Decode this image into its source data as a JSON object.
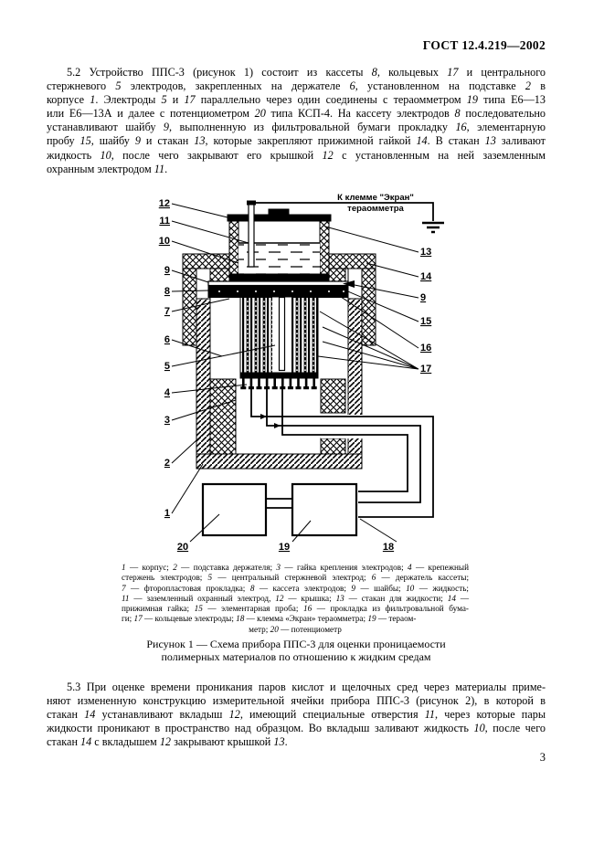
{
  "page": {
    "header": "ГОСТ 12.4.219—2002",
    "number": "3"
  },
  "para_5_2": {
    "lines": [
      "5.2 Устройство ППС-3 (рисунок 1) состоит из кассеты *8*, кольцевых *17* и центрального",
      "стержневого *5* электродов, закрепленных на держателе *6*, установленном на подставке *2* в",
      "корпусе *1*. Электроды *5* и *17* параллельно через один соединены с тераомметром *19* типа Е6—13",
      "или Е6—13А и далее с потенциометром *20* типа КСП-4. На кассету электродов *8* последовательно",
      "устанавливают шайбу *9*, выполненную из фильтровальной бумаги прокладку *16*, элементарную",
      "пробу *15*, шайбу *9* и стакан *13*, которые закрепляют прижимной гайкой *14*. В стакан *13* заливают",
      "жидкость *10*, после чего закрывают его крышкой *12* с установленным на ней заземленным",
      "охранным электродом *11*."
    ]
  },
  "figure": {
    "ground_label_1": "К клемме \"Экран\"",
    "ground_label_2": "тераомметра",
    "callouts": {
      "c1": "1",
      "c2": "2",
      "c3": "3",
      "c4": "4",
      "c5": "5",
      "c6": "6",
      "c7": "7",
      "c8": "8",
      "c9": "9",
      "c9r": "9",
      "c10": "10",
      "c11": "11",
      "c12": "12",
      "c13": "13",
      "c14": "14",
      "c15": "15",
      "c16": "16",
      "c17": "17",
      "c18": "18",
      "c19": "19",
      "c20": "20"
    },
    "legend_lines": [
      "*1* — корпус; *2* — подставка держателя; *3* — гайка крепления электродов; *4* — крепежный",
      "стержень электродов; *5* — центральный стержневой электрод; *6* — держатель кассеты;",
      "*7* — фторопластовая прокладка; *8* — кассета электродов; *9* — шайбы; *10* — жидкость;",
      "*11* — заземленный охранный электрод, *12* — крышка; *13* — стакан для жидкости; *14* —",
      "прижимная гайка; *15* — элементарная проба; *16* — прокладка из фильтровальной бума-",
      "ги; *17* — кольцевые электроды; *18* — клемма «Экран» тераомметра; *19* — тераом-",
      "метр; *20* — потенциометр"
    ],
    "caption_lines": [
      "Рисунок 1 — Схема прибора ППС-3 для оценки проницаемости",
      "полимерных материалов по отношению к жидким средам"
    ]
  },
  "para_5_3": {
    "lines": [
      "5.3 При оценке времени проникания паров кислот и щелочных сред через материалы приме-",
      "няют измененную конструкцию измерительной ячейки прибора ППС-3 (рисунок 2), в которой в",
      "стакан *14* устанавливают вкладыш *12*, имеющий специальные отверстия *11*, через которые пары",
      "жидкости проникают в пространство над образцом. Во вкладыш заливают жидкость *10*, после чего",
      "стакан *14* с вкладышем *12* закрывают крышкой *13*."
    ]
  }
}
